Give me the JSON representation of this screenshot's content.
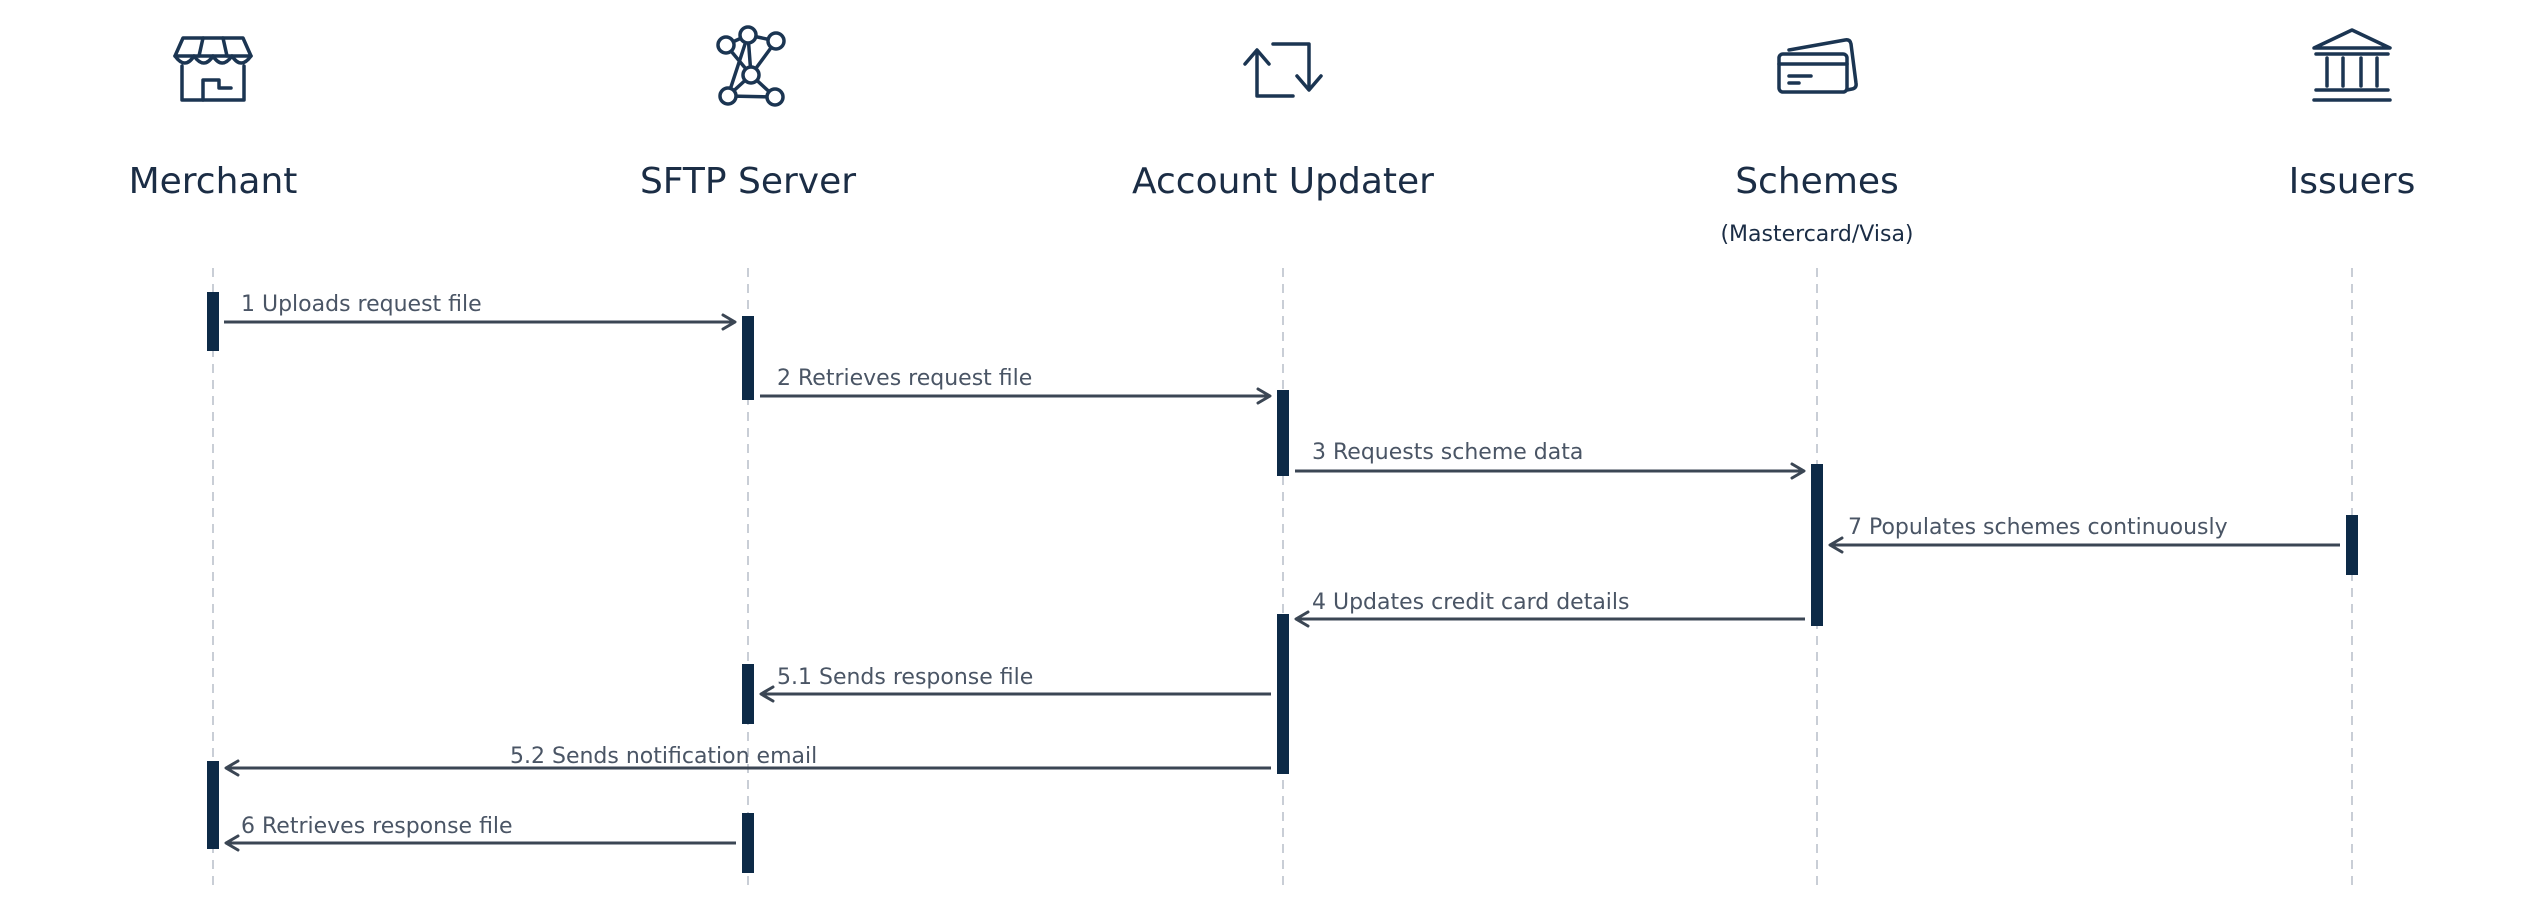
{
  "actors": [
    {
      "id": "merchant",
      "name": "Merchant",
      "subtitle": "",
      "icon": "storefront-icon"
    },
    {
      "id": "sftp",
      "name": "SFTP Server",
      "subtitle": "",
      "icon": "network-nodes-icon"
    },
    {
      "id": "updater",
      "name": "Account Updater",
      "subtitle": "",
      "icon": "sync-arrows-icon"
    },
    {
      "id": "schemes",
      "name": "Schemes",
      "subtitle": "(Mastercard/Visa)",
      "icon": "credit-cards-icon"
    },
    {
      "id": "issuers",
      "name": "Issuers",
      "subtitle": "",
      "icon": "bank-building-icon"
    }
  ],
  "messages": [
    {
      "label": "1 Uploads request file",
      "from": "merchant",
      "to": "sftp"
    },
    {
      "label": "2 Retrieves request file",
      "from": "sftp",
      "to": "updater"
    },
    {
      "label": "3 Requests scheme data",
      "from": "updater",
      "to": "schemes"
    },
    {
      "label": "7 Populates schemes continuously",
      "from": "issuers",
      "to": "schemes"
    },
    {
      "label": "4 Updates credit card details",
      "from": "schemes",
      "to": "updater"
    },
    {
      "label": "5.1 Sends response file",
      "from": "updater",
      "to": "sftp"
    },
    {
      "label": "5.2 Sends notification email",
      "from": "updater",
      "to": "merchant"
    },
    {
      "label": "6 Retrieves response file",
      "from": "sftp",
      "to": "merchant"
    }
  ],
  "colors": {
    "activation": "#0d2a47",
    "text": "#1b2d45",
    "message_text": "#4a5565",
    "arrow": "#3b4654",
    "lifeline": "#c9ced6"
  }
}
